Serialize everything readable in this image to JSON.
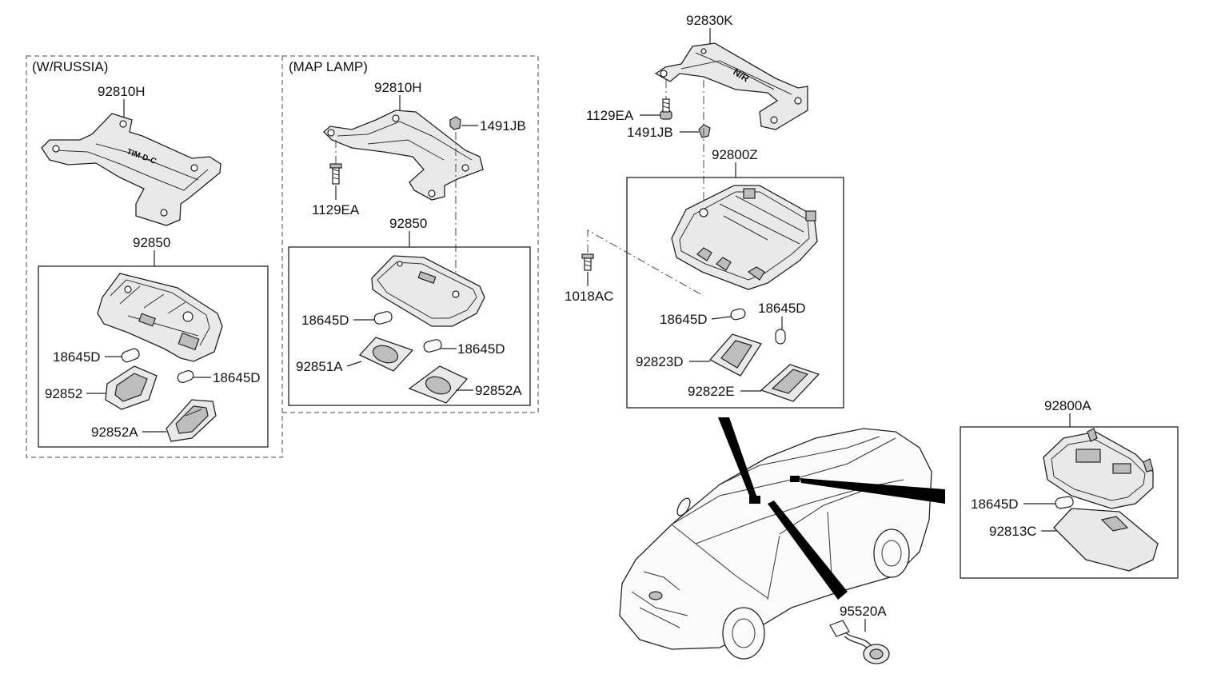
{
  "sections": {
    "w_russia": "(W/RUSSIA)",
    "map_lamp": "(MAP LAMP)"
  },
  "labels": {
    "w_russia_bracket": "92810H",
    "w_russia_lamp": "92850",
    "w_russia_bulb_1": "18645D",
    "w_russia_bulb_2": "18645D",
    "w_russia_lens_1": "92852",
    "w_russia_lens_2": "92852A",
    "map_bracket": "92810H",
    "map_clip": "1491JB",
    "map_screw": "1129EA",
    "map_lamp": "92850",
    "map_bulb_1": "18645D",
    "map_bulb_2": "18645D",
    "map_lens_1": "92851A",
    "map_lens_2": "92852A",
    "overhead_bracket": "92830K",
    "overhead_screw": "1129EA",
    "overhead_clip": "1491JB",
    "overhead_console": "92800Z",
    "overhead_screw_2": "1018AC",
    "overhead_bulb_1": "18645D",
    "overhead_bulb_2": "18645D",
    "overhead_lens_1": "92823D",
    "overhead_lens_2": "92822E",
    "room_lamp": "92800A",
    "room_bulb": "18645D",
    "room_lens": "92813C",
    "connector": "95520A"
  },
  "stamps": {
    "bracket_text_1": "TIM-D-C",
    "bracket_text_2": "N/R"
  },
  "colors": {
    "line": "#222222",
    "part_fill": "#e9e9e9",
    "background": "#ffffff"
  }
}
